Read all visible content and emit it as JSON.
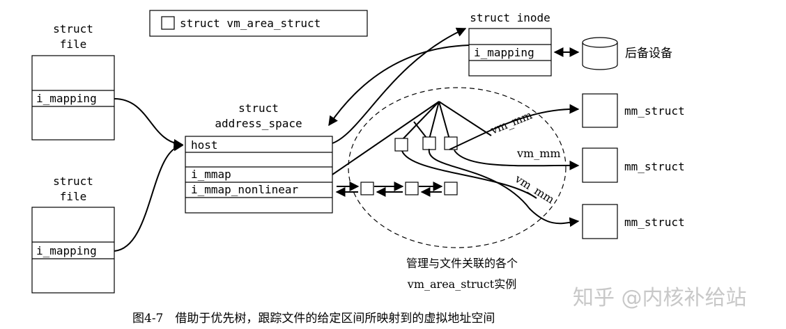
{
  "legend": {
    "label": "struct vm_area_struct"
  },
  "file_struct": {
    "title1": "struct",
    "title2": "file",
    "field": "i_mapping"
  },
  "address_space": {
    "title1": "struct",
    "title2": "address_space",
    "fields": [
      "host",
      "i_mmap",
      "i_mmap_nonlinear"
    ]
  },
  "inode": {
    "title": "struct inode",
    "field": "i_mapping"
  },
  "backing_device": {
    "label": "后备设备"
  },
  "mm_struct": {
    "label": "mm_struct"
  },
  "vm_mm": {
    "label": "vm_mm"
  },
  "ellipse_caption": {
    "line1": "管理与文件关联的各个",
    "line2": "vm_area_struct实例"
  },
  "figure_caption": "图4-7　借助于优先树，跟踪文件的给定区间所映射到的虚拟地址空间",
  "watermark": "知乎 @内核补给站"
}
